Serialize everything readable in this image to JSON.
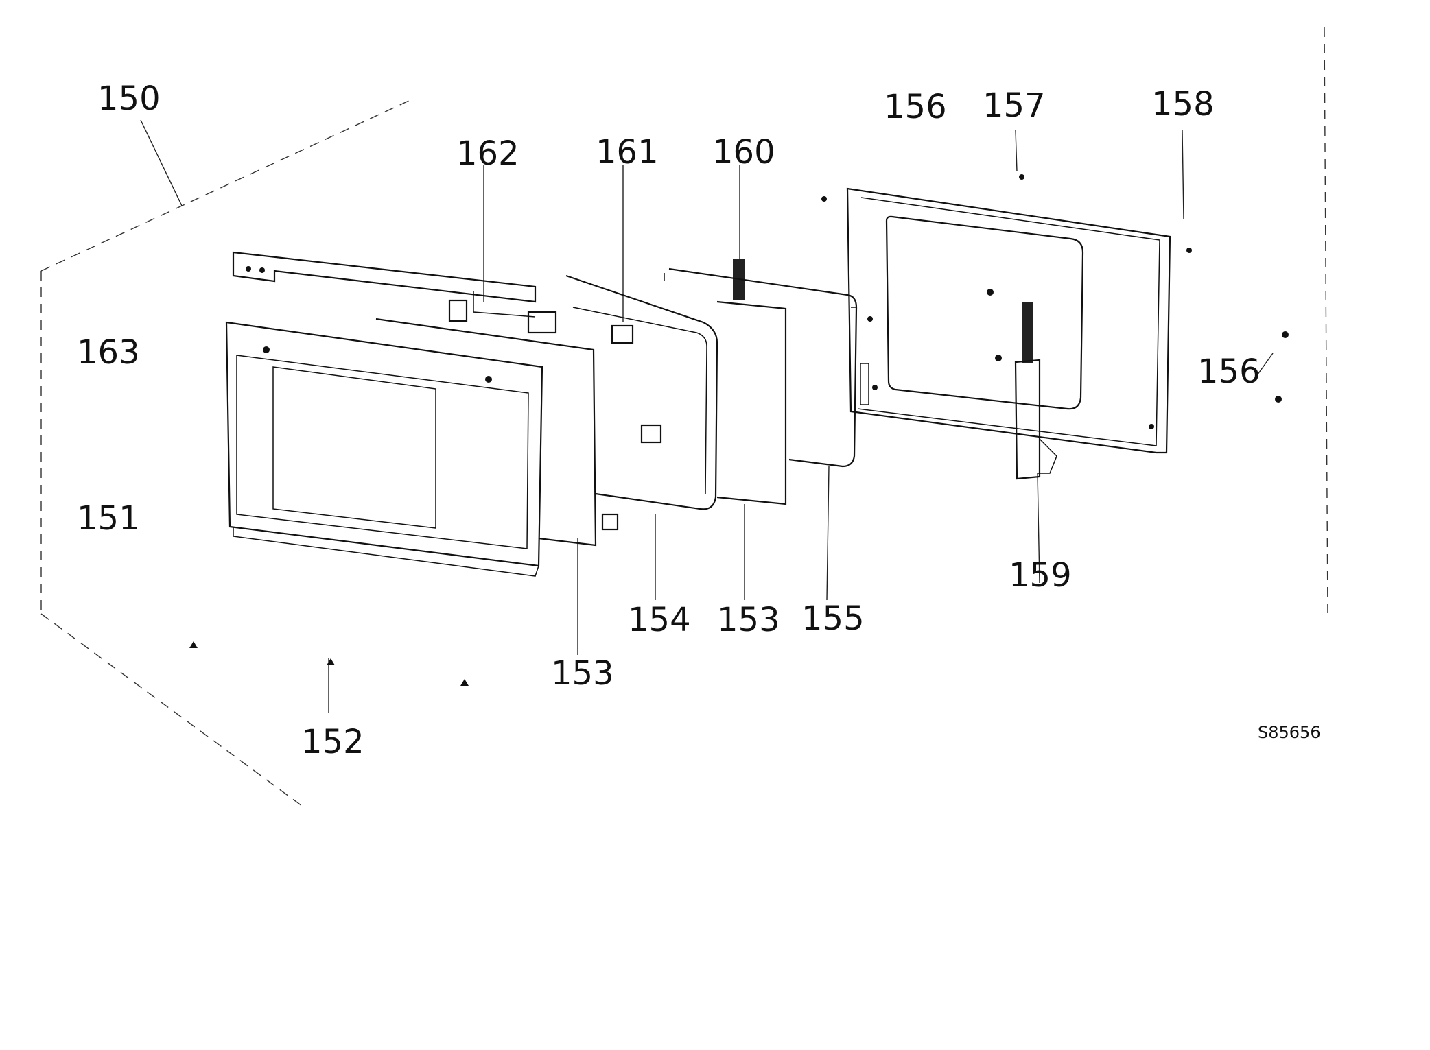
{
  "callouts": {
    "c150": "150",
    "c151": "151",
    "c152": "152",
    "c153a": "153",
    "c153b": "153",
    "c154": "154",
    "c155": "155",
    "c156a": "156",
    "c156b": "156",
    "c157": "157",
    "c158": "158",
    "c159": "159",
    "c160": "160",
    "c161": "161",
    "c162": "162",
    "c163": "163"
  },
  "drawing_ref": "S85656",
  "colors": {
    "line": "#111111",
    "background": "#ffffff"
  }
}
